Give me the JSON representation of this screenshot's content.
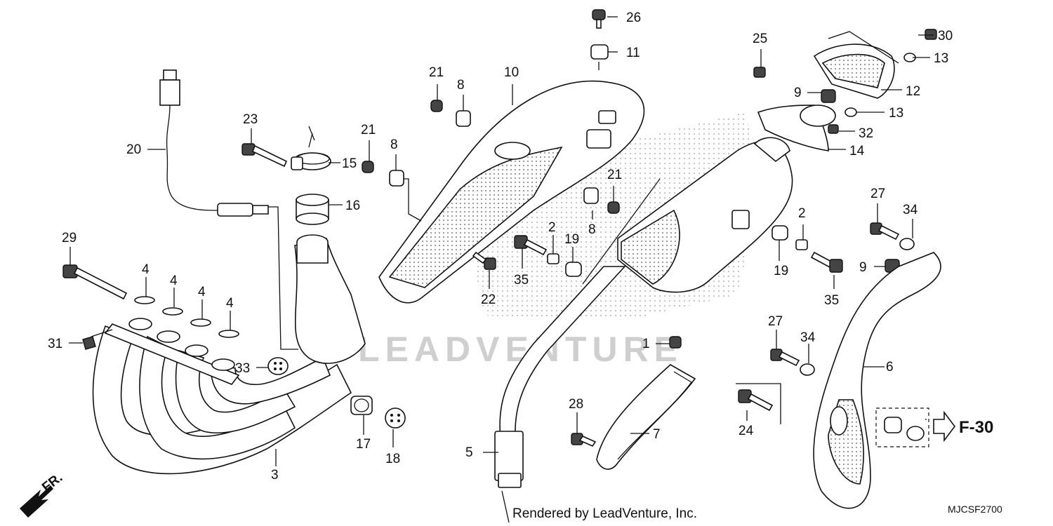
{
  "watermark": "LEADVENTURE",
  "credit": "Rendered by LeadVenture, Inc.",
  "diagram_code": "MJCSF2700",
  "direction_label": "FR.",
  "reference_label": "F-30",
  "callouts": [
    {
      "id": "c1",
      "label": "1"
    },
    {
      "id": "c2a",
      "label": "2"
    },
    {
      "id": "c2b",
      "label": "2"
    },
    {
      "id": "c3",
      "label": "3"
    },
    {
      "id": "c4a",
      "label": "4"
    },
    {
      "id": "c4b",
      "label": "4"
    },
    {
      "id": "c4c",
      "label": "4"
    },
    {
      "id": "c4d",
      "label": "4"
    },
    {
      "id": "c5",
      "label": "5"
    },
    {
      "id": "c6",
      "label": "6"
    },
    {
      "id": "c7",
      "label": "7"
    },
    {
      "id": "c8a",
      "label": "8"
    },
    {
      "id": "c8b",
      "label": "8"
    },
    {
      "id": "c8c",
      "label": "8"
    },
    {
      "id": "c9a",
      "label": "9"
    },
    {
      "id": "c9b",
      "label": "9"
    },
    {
      "id": "c10",
      "label": "10"
    },
    {
      "id": "c11",
      "label": "11"
    },
    {
      "id": "c12",
      "label": "12"
    },
    {
      "id": "c13a",
      "label": "13"
    },
    {
      "id": "c13b",
      "label": "13"
    },
    {
      "id": "c14",
      "label": "14"
    },
    {
      "id": "c15",
      "label": "15"
    },
    {
      "id": "c16",
      "label": "16"
    },
    {
      "id": "c17",
      "label": "17"
    },
    {
      "id": "c18",
      "label": "18"
    },
    {
      "id": "c19a",
      "label": "19"
    },
    {
      "id": "c19b",
      "label": "19"
    },
    {
      "id": "c20",
      "label": "20"
    },
    {
      "id": "c21a",
      "label": "21"
    },
    {
      "id": "c21b",
      "label": "21"
    },
    {
      "id": "c21c",
      "label": "21"
    },
    {
      "id": "c22",
      "label": "22"
    },
    {
      "id": "c23",
      "label": "23"
    },
    {
      "id": "c24",
      "label": "24"
    },
    {
      "id": "c25",
      "label": "25"
    },
    {
      "id": "c26",
      "label": "26"
    },
    {
      "id": "c27a",
      "label": "27"
    },
    {
      "id": "c27b",
      "label": "27"
    },
    {
      "id": "c28",
      "label": "28"
    },
    {
      "id": "c29",
      "label": "29"
    },
    {
      "id": "c30",
      "label": "30"
    },
    {
      "id": "c31",
      "label": "31"
    },
    {
      "id": "c32",
      "label": "32"
    },
    {
      "id": "c33",
      "label": "33"
    },
    {
      "id": "c34a",
      "label": "34"
    },
    {
      "id": "c34b",
      "label": "34"
    },
    {
      "id": "c35a",
      "label": "35"
    },
    {
      "id": "c35b",
      "label": "35"
    }
  ]
}
